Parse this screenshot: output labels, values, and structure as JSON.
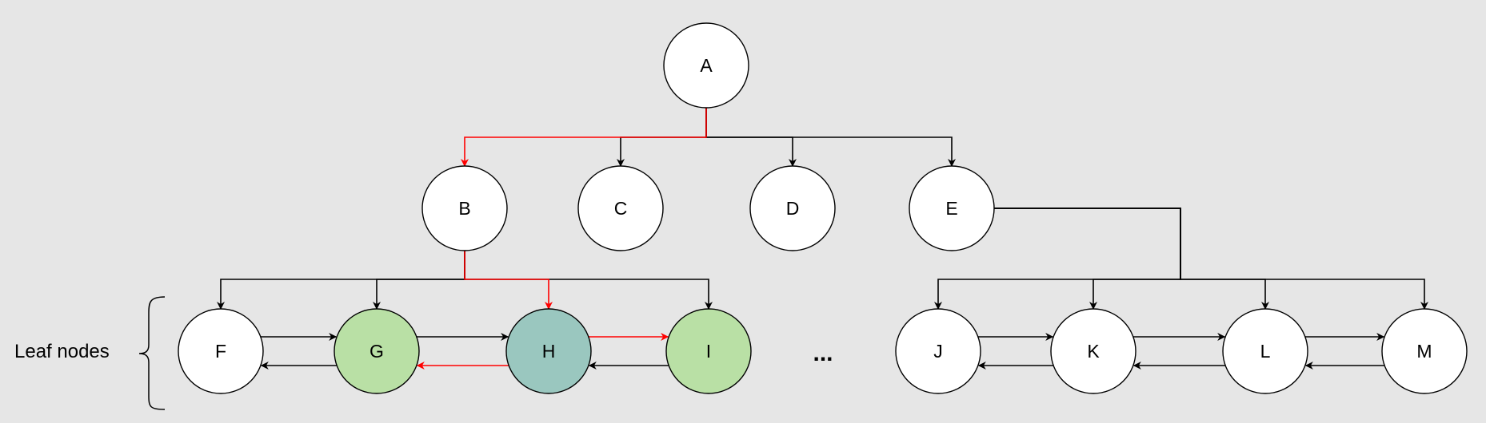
{
  "colors": {
    "background": "#e6e6e6",
    "node_default": "#ffffff",
    "node_green": "#b9e0a5",
    "node_teal": "#9ac7bf",
    "edge_default": "#000000",
    "edge_highlight": "#ff0000"
  },
  "nodes": [
    {
      "id": "A",
      "label": "A",
      "fill": "node_default"
    },
    {
      "id": "B",
      "label": "B",
      "fill": "node_default"
    },
    {
      "id": "C",
      "label": "C",
      "fill": "node_default"
    },
    {
      "id": "D",
      "label": "D",
      "fill": "node_default"
    },
    {
      "id": "E",
      "label": "E",
      "fill": "node_default"
    },
    {
      "id": "F",
      "label": "F",
      "fill": "node_default"
    },
    {
      "id": "G",
      "label": "G",
      "fill": "node_green"
    },
    {
      "id": "H",
      "label": "H",
      "fill": "node_teal"
    },
    {
      "id": "I",
      "label": "I",
      "fill": "node_green"
    },
    {
      "id": "J",
      "label": "J",
      "fill": "node_default"
    },
    {
      "id": "K",
      "label": "K",
      "fill": "node_default"
    },
    {
      "id": "L",
      "label": "L",
      "fill": "node_default"
    },
    {
      "id": "M",
      "label": "M",
      "fill": "node_default"
    }
  ],
  "tree_edges": [
    {
      "from": "A",
      "to": "B",
      "highlight": true
    },
    {
      "from": "A",
      "to": "C",
      "highlight": false
    },
    {
      "from": "A",
      "to": "D",
      "highlight": false
    },
    {
      "from": "A",
      "to": "E",
      "highlight": false
    },
    {
      "from": "B",
      "to": "F",
      "highlight": false
    },
    {
      "from": "B",
      "to": "G",
      "highlight": false
    },
    {
      "from": "B",
      "to": "H",
      "highlight": true
    },
    {
      "from": "B",
      "to": "I",
      "highlight": false
    },
    {
      "from": "E",
      "to": "J",
      "highlight": false
    },
    {
      "from": "E",
      "to": "K",
      "highlight": false
    },
    {
      "from": "E",
      "to": "L",
      "highlight": false
    },
    {
      "from": "E",
      "to": "M",
      "highlight": false
    }
  ],
  "sibling_links": [
    {
      "from": "F",
      "to": "G",
      "highlight": false
    },
    {
      "from": "G",
      "to": "F",
      "highlight": false
    },
    {
      "from": "G",
      "to": "H",
      "highlight": false
    },
    {
      "from": "H",
      "to": "G",
      "highlight": true
    },
    {
      "from": "H",
      "to": "I",
      "highlight": true
    },
    {
      "from": "I",
      "to": "H",
      "highlight": false
    },
    {
      "from": "J",
      "to": "K",
      "highlight": false
    },
    {
      "from": "K",
      "to": "J",
      "highlight": false
    },
    {
      "from": "K",
      "to": "L",
      "highlight": false
    },
    {
      "from": "L",
      "to": "K",
      "highlight": false
    },
    {
      "from": "L",
      "to": "M",
      "highlight": false
    },
    {
      "from": "M",
      "to": "L",
      "highlight": false
    }
  ],
  "leaf_label": "Leaf nodes",
  "ellipsis": "..."
}
